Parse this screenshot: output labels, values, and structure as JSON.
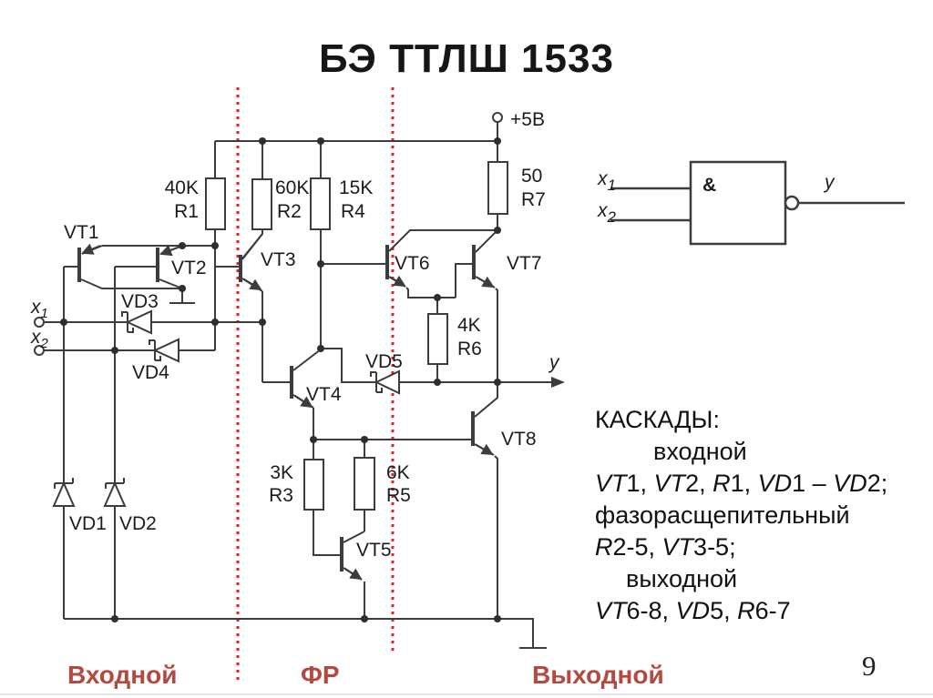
{
  "title": "БЭ ТТЛШ 1533",
  "page_number": "9",
  "colors": {
    "stroke": "#3c3c3c",
    "divider_red": "#ee1c1c",
    "section_label_red": "#b5493f"
  },
  "schematic": {
    "power_label": "+5В",
    "output_label": "y",
    "input1": {
      "base": "x",
      "sub": "1"
    },
    "input2": {
      "base": "x",
      "sub": "2"
    },
    "resistors": {
      "r1": {
        "value": "40K",
        "name": "R1"
      },
      "r2": {
        "value": "60K",
        "name": "R2"
      },
      "r3": {
        "value": "3K",
        "name": "R3"
      },
      "r4": {
        "value": "15K",
        "name": "R4"
      },
      "r5": {
        "value": "6K",
        "name": "R5"
      },
      "r6": {
        "value": "4K",
        "name": "R6"
      },
      "r7": {
        "value": "50",
        "name": "R7"
      }
    },
    "transistors": {
      "vt1": "VT1",
      "vt2": "VT2",
      "vt3": "VT3",
      "vt4": "VT4",
      "vt5": "VT5",
      "vt6": "VT6",
      "vt7": "VT7",
      "vt8": "VT8"
    },
    "diodes": {
      "vd1": "VD1",
      "vd2": "VD2",
      "vd3": "VD3",
      "vd4": "VD4",
      "vd5": "VD5"
    }
  },
  "gate": {
    "op": "&",
    "in1": {
      "base": "x",
      "sub": "1"
    },
    "in2": {
      "base": "x",
      "sub": "2"
    },
    "out": "y"
  },
  "caption": {
    "lines": [
      {
        "indent": 0,
        "parts": [
          {
            "t": "КАСКАДЫ:"
          }
        ]
      },
      {
        "indent": 64,
        "parts": [
          {
            "t": "входной"
          }
        ]
      },
      {
        "indent": 0,
        "parts": [
          {
            "t": "VT",
            "i": true
          },
          {
            "t": "1, "
          },
          {
            "t": "VT",
            "i": true
          },
          {
            "t": "2, "
          },
          {
            "t": "R",
            "i": true
          },
          {
            "t": "1, "
          },
          {
            "t": "VD",
            "i": true
          },
          {
            "t": "1 – "
          },
          {
            "t": "VD",
            "i": true
          },
          {
            "t": "2;"
          }
        ]
      },
      {
        "indent": 0,
        "parts": [
          {
            "t": "фазорасщепительный"
          }
        ]
      },
      {
        "indent": 0,
        "parts": [
          {
            "t": "R",
            "i": true
          },
          {
            "t": "2-5, "
          },
          {
            "t": "VT",
            "i": true
          },
          {
            "t": "3-5;"
          }
        ]
      },
      {
        "indent": 34,
        "parts": [
          {
            "t": "выходной"
          }
        ]
      },
      {
        "indent": 0,
        "parts": [
          {
            "t": "VT",
            "i": true
          },
          {
            "t": "6-8, "
          },
          {
            "t": "VD",
            "i": true
          },
          {
            "t": "5, "
          },
          {
            "t": "R",
            "i": true
          },
          {
            "t": "6-7"
          }
        ]
      }
    ]
  },
  "sections": {
    "input": "Входной",
    "phase": "ФР",
    "output": "Выходной"
  }
}
